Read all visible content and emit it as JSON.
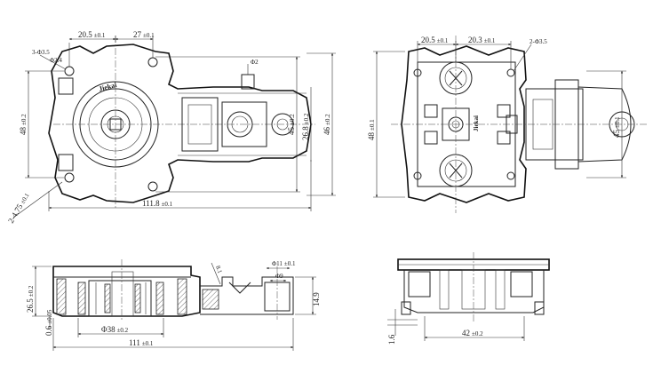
{
  "views": {
    "top_left": {
      "dims": {
        "d_20_5": "20.5",
        "d_27": "27",
        "d_3phi3_5": "3-Φ3.5",
        "d_phi2_4": "Φ2.4",
        "d_phi2": "Φ2",
        "d_48": "48",
        "d_45": "45",
        "d_46": "46",
        "d_26_8": "26.8",
        "d_2r4_75": "2-4.75",
        "d_111_8": "111.8"
      },
      "tol": "±0.1",
      "tol2": "±0.2",
      "brand": "Jiekai"
    },
    "top_right": {
      "dims": {
        "d_20_5": "20.5",
        "d_20_3": "20.3",
        "d_2phi3_5": "2-Φ3.5",
        "d_48": "48",
        "d_45": "45"
      },
      "tol": "±0.1",
      "tol2": "±0.2",
      "brand": "Jiekai"
    },
    "bottom_left": {
      "dims": {
        "d_26_5": "26.5",
        "d_0_6": "0.6",
        "d_phi38": "Φ38",
        "d_111": "111",
        "d_phi11": "Φ11",
        "d_phi9": "Φ9",
        "d_14_9": "14.9",
        "d_8_1": "8.1"
      },
      "tol": "±0.1",
      "tol2": "±0.2",
      "tol3": "±0.05"
    },
    "bottom_right": {
      "dims": {
        "d_1_6": "1.6",
        "d_42": "42"
      },
      "tol2": "±0.2"
    }
  }
}
